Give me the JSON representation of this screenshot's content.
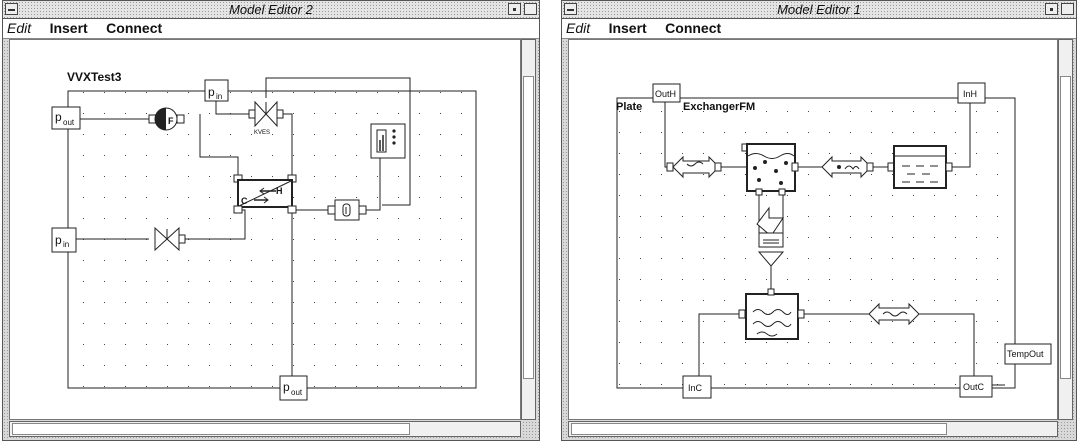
{
  "windows": {
    "editor2": {
      "title": "Model Editor 2",
      "menu": {
        "edit": "Edit",
        "insert": "Insert",
        "connect": "Connect"
      },
      "model_name": "VVXTest3",
      "labels": {
        "pin_top": "p",
        "pin_top_sub": "in",
        "pout_left": "p",
        "pout_left_sub": "out",
        "pin_left": "p",
        "pin_left_sub": "in",
        "pout_bottom": "p",
        "pout_bottom_sub": "out",
        "valve_tag": "KVES",
        "source_symbol": "F"
      }
    },
    "editor1": {
      "title": "Model Editor 1",
      "menu": {
        "edit": "Edit",
        "insert": "Insert",
        "connect": "Connect"
      },
      "model_name_left": "Plate",
      "model_name_right": "ExchangerFM",
      "labels": {
        "outh": "OutH",
        "inh": "InH",
        "inc": "InC",
        "outc": "OutC",
        "tempout": "TempOut"
      }
    }
  }
}
